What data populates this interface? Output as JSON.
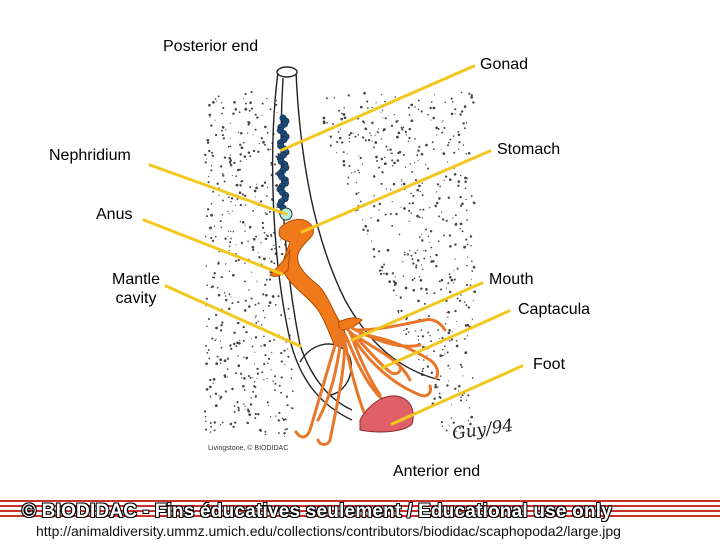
{
  "labels": {
    "posterior_end": "Posterior end",
    "gonad": "Gonad",
    "nephridium": "Nephridium",
    "stomach": "Stomach",
    "anus": "Anus",
    "mantle_cavity_line1": "Mantle",
    "mantle_cavity_line2": "cavity",
    "mouth": "Mouth",
    "captacula": "Captacula",
    "foot": "Foot",
    "anterior_end": "Anterior end"
  },
  "credit": "Livingstone, © BIODIDAC",
  "signature": "Guy/94",
  "watermark": "© BIODIDAC - Fins éducatives seulement / Educational use only",
  "url": "http://animaldiversity.ummz.umich.edu/collections/contributors/biodidac/scaphopoda2/large.jpg",
  "colors": {
    "leader_lines": "#f2c81e",
    "digestive_tract": "#f07a1a",
    "gonad": "#1f4a78",
    "nephridium": "#b8f0e0",
    "foot": "#e0606a",
    "footer_stripe": "#c9302c"
  }
}
